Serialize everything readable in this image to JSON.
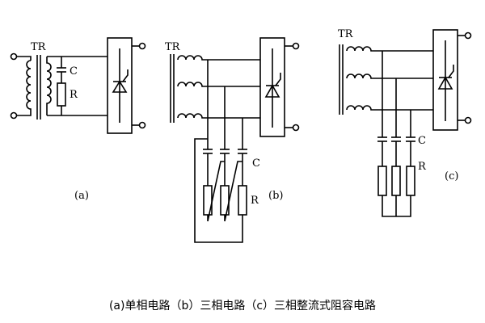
{
  "diagrams": {
    "a": {
      "transformer_label": "TR",
      "capacitor_label": "C",
      "resistor_label": "R",
      "tag": "(a)"
    },
    "b": {
      "transformer_label": "TR",
      "capacitor_label": "C",
      "resistor_label": "R",
      "tag": "(b)"
    },
    "c": {
      "transformer_label": "TR",
      "capacitor_label": "C",
      "resistor_label": "R",
      "tag": "(c)"
    }
  },
  "caption": "(a)单相电路（b）三相电路（c）三相整流式阻容电路"
}
